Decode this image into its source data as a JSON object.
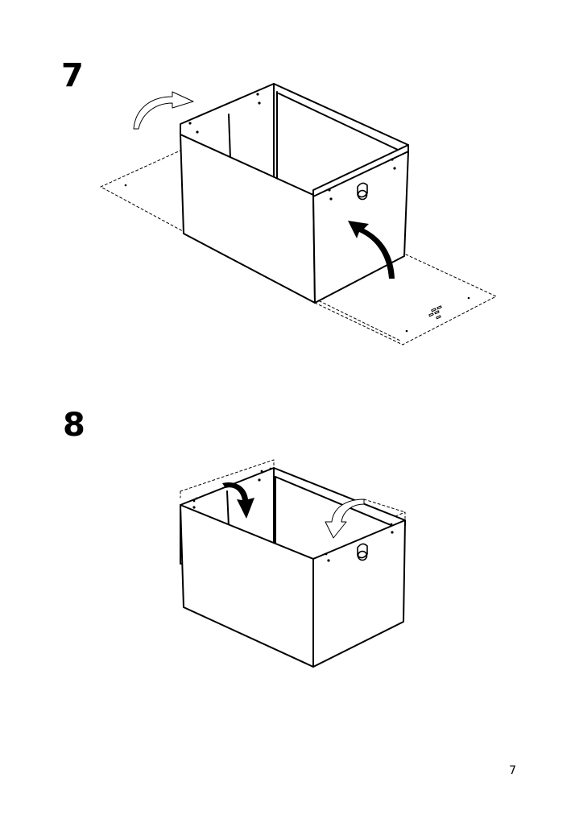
{
  "steps": [
    {
      "number": "7"
    },
    {
      "number": "8"
    }
  ],
  "page_number": "7",
  "colors": {
    "ink": "#000000",
    "paper": "#ffffff"
  },
  "icons": [
    "curved-arrow-icon",
    "curved-arrow-outline-icon",
    "ring-handle-icon"
  ]
}
